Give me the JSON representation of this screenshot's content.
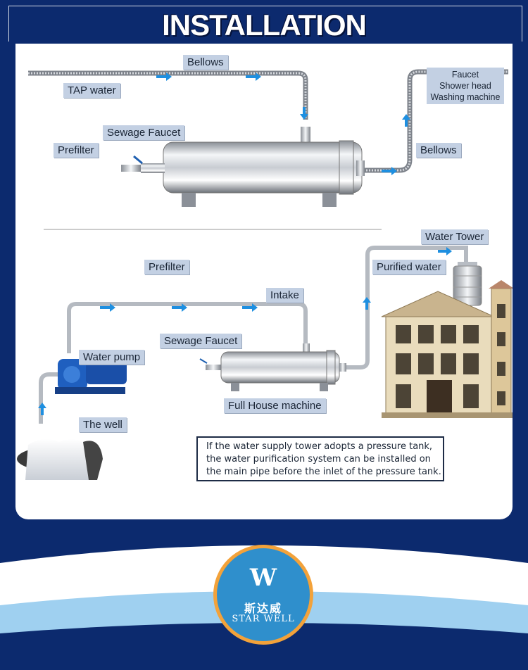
{
  "title": "INSTALLATION",
  "top_section": {
    "labels": {
      "bellows_top": "Bellows",
      "tap_water": "TAP water",
      "sewage_faucet": "Sewage Faucet",
      "prefilter": "Prefilter",
      "bellows_right": "Bellows"
    },
    "destination": {
      "line1": "Faucet",
      "line2": "Shower head",
      "line3": "Washing machine"
    }
  },
  "bottom_section": {
    "labels": {
      "water_tower": "Water Tower",
      "prefilter": "Prefilter",
      "purified_water": "Purified water",
      "intake": "Intake",
      "sewage_faucet": "Sewage Faucet",
      "water_pump": "Water pump",
      "full_house_machine": "Full House machine",
      "the_well": "The well"
    }
  },
  "note": {
    "line1": "If the water supply tower adopts a pressure tank,",
    "line2": "the water purification system can be installed on",
    "line3": "the main pipe before the inlet of the pressure tank."
  },
  "logo": {
    "mark": "W",
    "chinese": "斯达威",
    "english": "STAR WELL"
  },
  "colors": {
    "background": "#0c2a6e",
    "label_bg": "#c3d0e3",
    "arrow": "#1e8fe0",
    "logo_ring": "#f3a23a",
    "logo_fill": "#2f8fcc"
  }
}
